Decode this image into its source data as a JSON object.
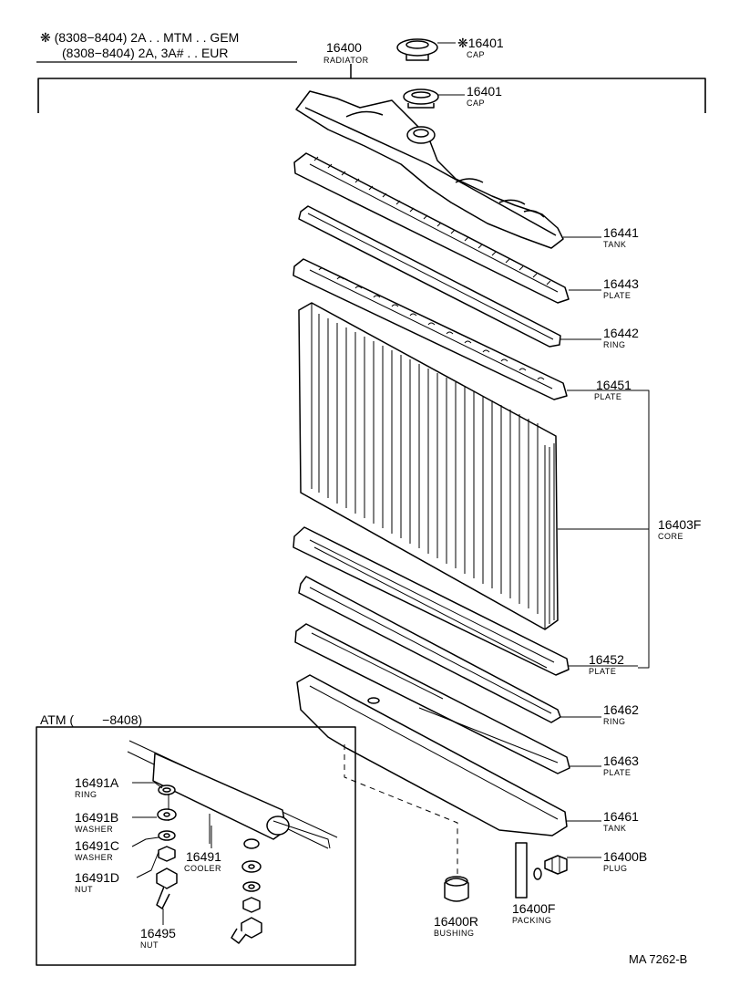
{
  "header": {
    "line1": "❋ (8308−8404) 2A . . MTM . . GEM",
    "line2": "(8308−8404) 2A, 3A# . . EUR"
  },
  "atm_box": {
    "title": "ATM (        −8408)"
  },
  "parts": [
    {
      "id": "p16400",
      "number": "16400",
      "name": "RADIATOR"
    },
    {
      "id": "p16401a",
      "number": "❋16401",
      "name": "CAP"
    },
    {
      "id": "p16401b",
      "number": "16401",
      "name": "CAP"
    },
    {
      "id": "p16441",
      "number": "16441",
      "name": "TANK"
    },
    {
      "id": "p16443",
      "number": "16443",
      "name": "PLATE"
    },
    {
      "id": "p16442",
      "number": "16442",
      "name": "RING"
    },
    {
      "id": "p16451",
      "number": "16451",
      "name": "PLATE"
    },
    {
      "id": "p16403F",
      "number": "16403F",
      "name": "CORE"
    },
    {
      "id": "p16452",
      "number": "16452",
      "name": "PLATE"
    },
    {
      "id": "p16462",
      "number": "16462",
      "name": "RING"
    },
    {
      "id": "p16463",
      "number": "16463",
      "name": "PLATE"
    },
    {
      "id": "p16461",
      "number": "16461",
      "name": "TANK"
    },
    {
      "id": "p16400B",
      "number": "16400B",
      "name": "PLUG"
    },
    {
      "id": "p16400R",
      "number": "16400R",
      "name": "BUSHING"
    },
    {
      "id": "p16400F",
      "number": "16400F",
      "name": "PACKING"
    },
    {
      "id": "p16491A",
      "number": "16491A",
      "name": "RING"
    },
    {
      "id": "p16491B",
      "number": "16491B",
      "name": "WASHER"
    },
    {
      "id": "p16491C",
      "number": "16491C",
      "name": "WASHER"
    },
    {
      "id": "p16491D",
      "number": "16491D",
      "name": "NUT"
    },
    {
      "id": "p16491",
      "number": "16491",
      "name": "COOLER"
    },
    {
      "id": "p16495",
      "number": "16495",
      "name": "NUT"
    }
  ],
  "reference": "MA 7262-B"
}
